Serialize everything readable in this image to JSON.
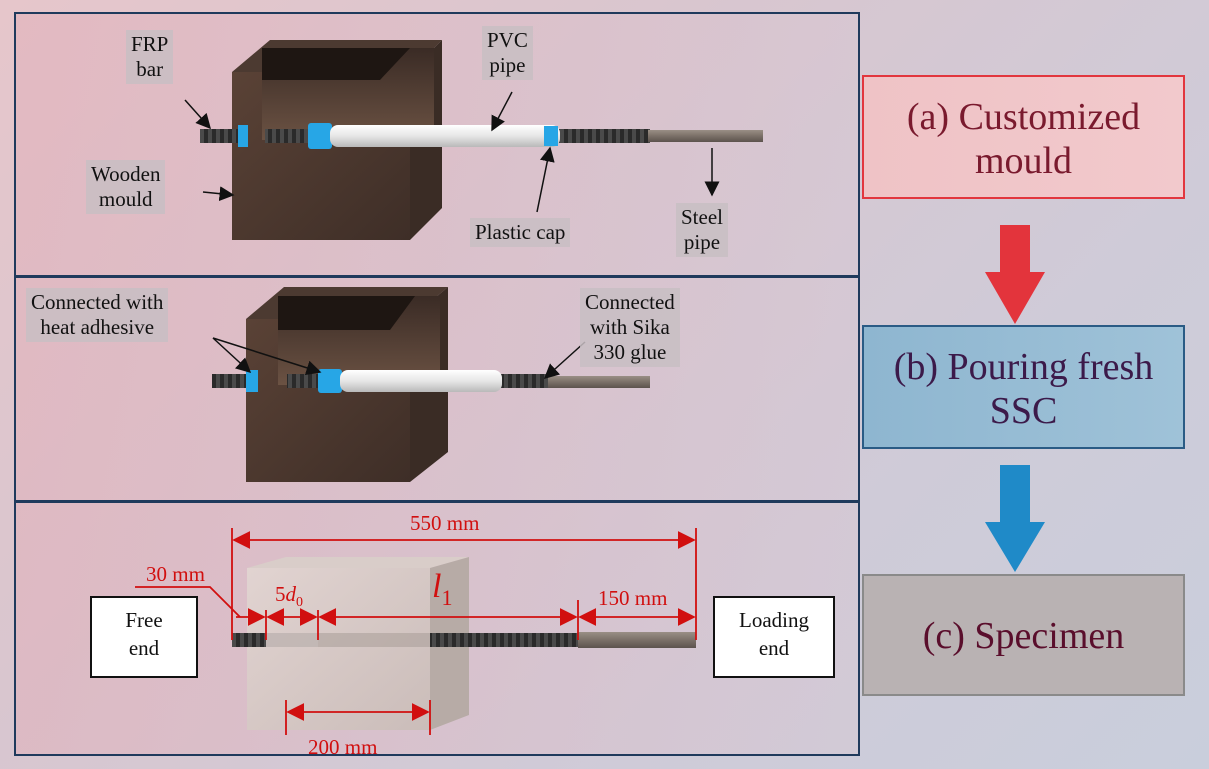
{
  "panel1": {
    "frp_bar": [
      "FRP",
      "bar"
    ],
    "pvc_pipe": [
      "PVC",
      "pipe"
    ],
    "wooden_mould": [
      "Wooden",
      "mould"
    ],
    "plastic_cap": "Plastic cap",
    "steel_pipe": [
      "Steel",
      "pipe"
    ]
  },
  "panel2": {
    "heat_adhesive": [
      "Connected with",
      "heat adhesive"
    ],
    "sika_glue": [
      "Connected",
      "with Sika",
      "330 glue"
    ]
  },
  "panel3": {
    "total_length": "550 mm",
    "free_len": "30 mm",
    "unbonded_base": "5",
    "unbonded_var": "d",
    "unbonded_sub": "0",
    "bonded_var": "l",
    "bonded_sub": "1",
    "steel_len": "150 mm",
    "cube_len": "200 mm",
    "free_end": [
      "Free",
      "end"
    ],
    "loading_end": [
      "Loading",
      "end"
    ]
  },
  "flow": {
    "a": [
      "(a) Customized",
      "mould"
    ],
    "b": [
      "(b) Pouring fresh",
      "SSC"
    ],
    "c": "(c) Specimen"
  },
  "colors": {
    "panel_border": "#1f3a5c",
    "dimension_red": "#d10f0f",
    "arrow_red": "#e3343c",
    "arrow_blue": "#1f8ac8",
    "cap_blue": "#27a6e6"
  }
}
